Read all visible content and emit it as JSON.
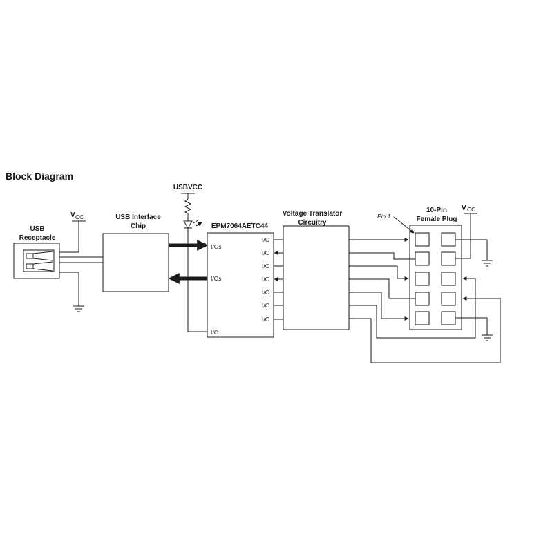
{
  "title": "Block Diagram",
  "labels": {
    "vcc_left_main": "V",
    "vcc_left_sub": "CC",
    "usb_receptacle_line1": "USB",
    "usb_receptacle_line2": "Receptacle",
    "usb_interface_line1": "USB Interface",
    "usb_interface_line2": "Chip",
    "usbvcc": "USBVCC",
    "cpld": "EPM7064AETC44",
    "cpld_ios_top": "I/Os",
    "cpld_ios_bottom": "I/Os",
    "cpld_io_left": "I/O",
    "cpld_io_right": [
      "I/O",
      "I/O",
      "I/O",
      "I/O",
      "I/O",
      "I/O",
      "I/O"
    ],
    "translator_line1": "Voltage Translator",
    "translator_line2": "Circuitry",
    "plug_line1": "10-Pin",
    "plug_line2": "Female Plug",
    "pin1": "Pin 1",
    "vcc_right_main": "V",
    "vcc_right_sub": "CC"
  }
}
